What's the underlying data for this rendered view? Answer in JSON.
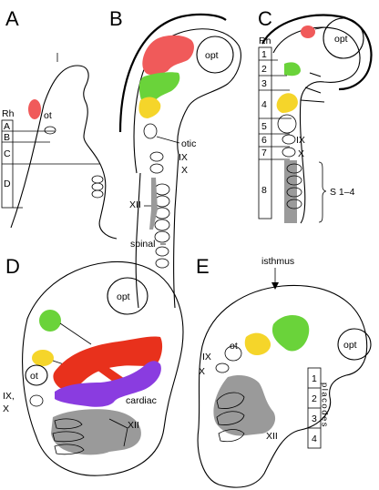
{
  "colors": {
    "red": "#f05a5a",
    "green": "#6ad33a",
    "yellow": "#f5d52a",
    "purple": "#8a3ce0",
    "gray": "#9a9a9a"
  },
  "panels": {
    "A": {
      "letter": "A",
      "rh": "Rh",
      "rows": [
        "A",
        "B",
        "C",
        "D"
      ],
      "ot": "ot"
    },
    "B": {
      "letter": "B",
      "opt": "opt",
      "otic": "otic",
      "ix": "IX",
      "x": "X",
      "xii": "XII",
      "spinal": "spinal"
    },
    "C": {
      "letter": "C",
      "rh": "Rh",
      "opt": "opt",
      "rows": [
        "1",
        "2",
        "3",
        "4",
        "5",
        "6",
        "7",
        "8"
      ],
      "ix": "IX",
      "x": "X",
      "s": "S 1–4"
    },
    "D": {
      "letter": "D",
      "opt": "opt",
      "ot": "ot",
      "ixx": "IX,",
      "ixx2": "X",
      "cardiac": "cardiac",
      "xii": "XII"
    },
    "E": {
      "letter": "E",
      "isthmus": "isthmus",
      "opt": "opt",
      "ot": "ot",
      "ix": "IX",
      "x": "X",
      "xii": "XII",
      "placode_numbers": [
        "1",
        "2",
        "3",
        "4"
      ],
      "placodes": "placodes"
    }
  }
}
